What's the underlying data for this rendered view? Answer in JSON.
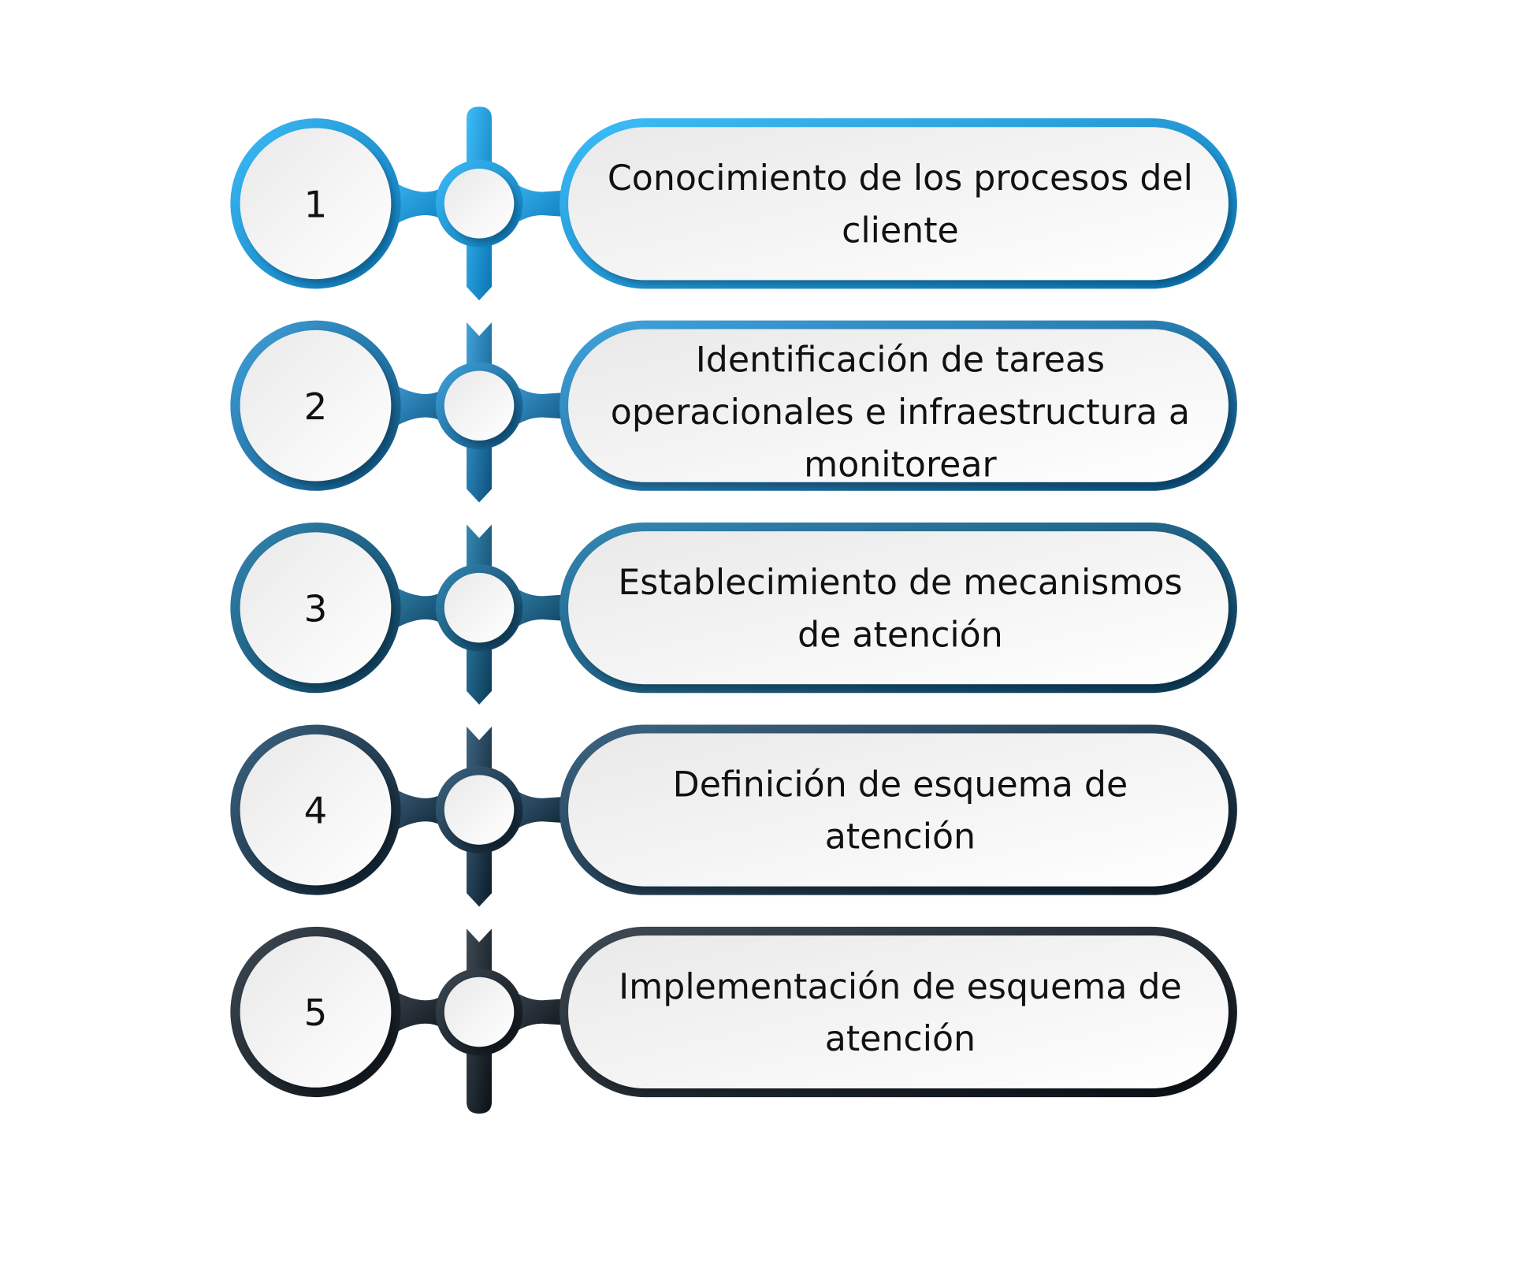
{
  "steps": [
    {
      "number": "1",
      "lines": [
        "Conocimiento de los procesos del",
        "cliente"
      ],
      "color_light": "#3dbdf8",
      "color_dark": "#0a74b4"
    },
    {
      "number": "2",
      "lines": [
        "Identificación de tareas",
        "operacionales e infraestructura a",
        "monitorear"
      ],
      "color_light": "#42a3dc",
      "color_dark": "#0a4f7c"
    },
    {
      "number": "3",
      "lines": [
        "Establecimiento de mecanismos",
        "de atención"
      ],
      "color_light": "#3488b3",
      "color_dark": "#0b3a57"
    },
    {
      "number": "4",
      "lines": [
        "Definición de esquema de",
        "atención"
      ],
      "color_light": "#3d6583",
      "color_dark": "#0b1b28"
    },
    {
      "number": "5",
      "lines": [
        "Implementación de esquema de",
        "atención"
      ],
      "color_light": "#3f4a54",
      "color_dark": "#0a1016"
    }
  ]
}
